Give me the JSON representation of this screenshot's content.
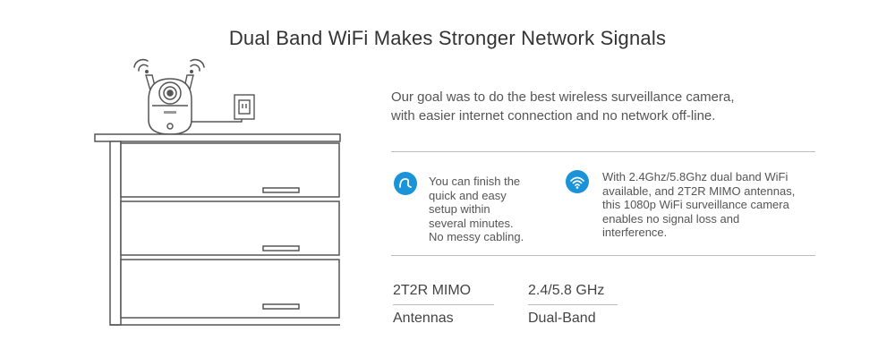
{
  "title": "Dual Band WiFi Makes Stronger Network Signals",
  "intro": {
    "line1": "Our goal was to do the best wireless surveillance camera,",
    "line2": "with easier internet connection and no network off-line."
  },
  "features": [
    {
      "icon": "setup-icon",
      "lines": [
        "You can finish the",
        "quick and easy",
        "setup within",
        "several minutes.",
        "No messy cabling."
      ]
    },
    {
      "icon": "wifi-icon",
      "lines": [
        "With 2.4Ghz/5.8Ghz dual band WiFi",
        "available, and 2T2R MIMO antennas,",
        "this 1080p WiFi surveillance camera",
        "enables no signal loss and",
        "interference."
      ]
    }
  ],
  "stats": [
    {
      "value": "2T2R MIMO",
      "label": "Antennas"
    },
    {
      "value": "2.4/5.8 GHz",
      "label": "Dual-Band"
    }
  ],
  "colors": {
    "accent": "#1a93d9",
    "line": "#bdbdbd",
    "outline": "#555555"
  }
}
